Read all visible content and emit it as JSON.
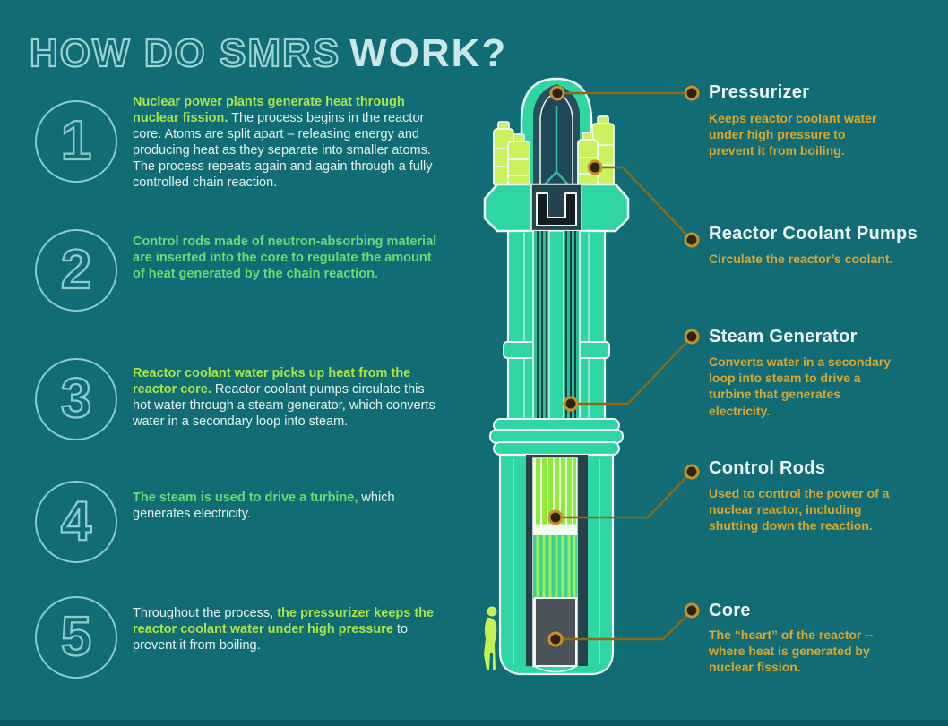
{
  "title": {
    "outline_part": "HOW DO SMRS",
    "solid_part": "WORK?"
  },
  "steps": [
    {
      "number": "1",
      "prefix": "",
      "highlight": "Nuclear power plants generate heat through nuclear fission.",
      "rest": " The process begins in the reactor core. Atoms are split apart – releasing energy and producing heat as they separate into smaller atoms. The process repeats again and again through a fully controlled chain reaction."
    },
    {
      "number": "2",
      "prefix": "",
      "highlight": "Control rods made of neutron-absorbing material are inserted into the core to regulate the amount of heat generated by the chain reaction.",
      "rest": ""
    },
    {
      "number": "3",
      "prefix": "",
      "highlight": "Reactor coolant water picks up heat from the reactor core.",
      "rest": " Reactor coolant pumps circulate this hot water through a steam generator, which converts water in a secondary loop into steam."
    },
    {
      "number": "4",
      "prefix": "",
      "highlight": "The steam is used to drive a turbine,",
      "rest": " which generates electricity."
    },
    {
      "number": "5",
      "prefix": "Throughout the process, ",
      "highlight": "the pressurizer keeps the reactor coolant water under high pressure",
      "rest": " to prevent it from boiling."
    }
  ],
  "callouts": [
    {
      "title": "Pressurizer",
      "desc": "Keeps reactor coolant water under high pressure to prevent it from boiling."
    },
    {
      "title": "Reactor Coolant Pumps",
      "desc": "Circulate the reactor’s coolant."
    },
    {
      "title": "Steam Generator",
      "desc": "Converts water in a secondary loop into steam to drive a turbine that generates electricity."
    },
    {
      "title": "Control Rods",
      "desc": "Used to control the power of a nuclear reactor, including shutting down the reaction."
    },
    {
      "title": "Core",
      "desc": "The “heart” of the reactor -- where heat is generated by nuclear fission."
    }
  ],
  "colors": {
    "background": "#116C75",
    "reactor_mint": "#2FD6A3",
    "pump_lime": "#C9F25E",
    "rod_lime": "#8DEB3E",
    "highlight_lime_text": "#ACE348",
    "highlight_green_text": "#68DC72",
    "gold_text": "#D9A72F",
    "callout_line": "#8A6A15",
    "title_outline": "#9DD2D5",
    "white_text": "#E9F3F2",
    "core_gray": "#4B5358"
  },
  "diagram": {
    "label": "smr-reactor-cutaway"
  }
}
